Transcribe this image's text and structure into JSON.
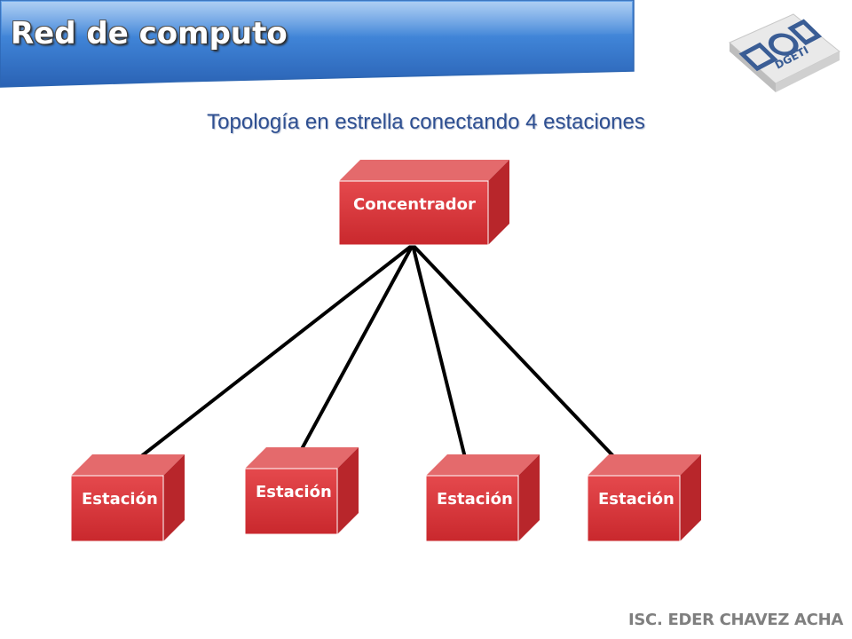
{
  "slide": {
    "title": "Red de computo",
    "subtitle": "Topología en estrella conectando 4 estaciones",
    "footer": "ISC. EDER CHAVEZ ACHA"
  },
  "logo": {
    "text": "DGETI"
  },
  "diagram": {
    "hub": {
      "label": "Concentrador"
    },
    "stations": [
      {
        "label": "Estación"
      },
      {
        "label": "Estación"
      },
      {
        "label": "Estación"
      },
      {
        "label": "Estación"
      }
    ]
  },
  "colors": {
    "banner": "#3f83d6",
    "box_front": "#d9353a",
    "box_top": "#e46a6c",
    "box_side": "#b8262b",
    "subtitle": "#2e4f91",
    "footer": "#7f7f7f"
  }
}
